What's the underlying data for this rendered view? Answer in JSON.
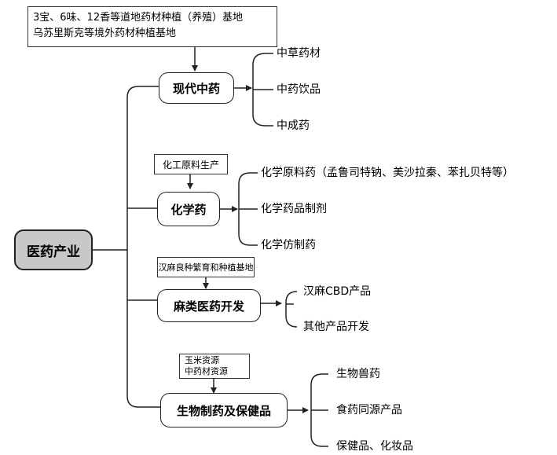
{
  "root": {
    "label": "医药产业"
  },
  "branches": [
    {
      "label": "现代中药",
      "inputs": [
        "3宝、6味、12香等道地药材种植（养殖）基地",
        "乌苏里斯克等境外药材种植基地"
      ],
      "leaves": [
        "中草药材",
        "中药饮品",
        "中成药"
      ]
    },
    {
      "label": "化学药",
      "inputs": [
        "化工原料生产"
      ],
      "leaves": [
        "化学原料药（孟鲁司特钠、美沙拉秦、苯扎贝特等）",
        "化学药品制剂",
        "化学仿制药"
      ]
    },
    {
      "label": "麻类医药开发",
      "inputs": [
        "汉麻良种繁育和种植基地"
      ],
      "leaves": [
        "汉麻CBD产品",
        "其他产品开发"
      ]
    },
    {
      "label": "生物制药及保健品",
      "inputs": [
        "玉米资源",
        "中药材资源"
      ],
      "leaves": [
        "生物兽药",
        "食药同源产品",
        "保健品、化妆品"
      ]
    }
  ]
}
